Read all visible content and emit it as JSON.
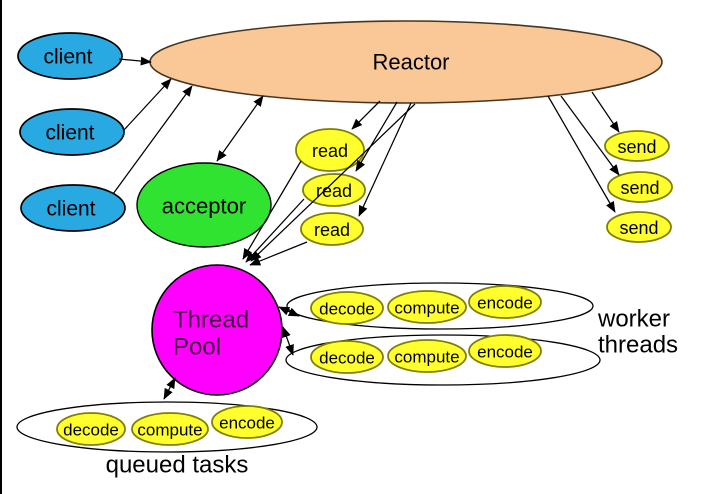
{
  "diagram": {
    "clients": [
      "client",
      "client",
      "client"
    ],
    "reactor": "Reactor",
    "acceptor": "acceptor",
    "read_handlers": [
      "read",
      "read",
      "read"
    ],
    "send_handlers": [
      "send",
      "send",
      "send"
    ],
    "thread_pool": {
      "line1": "Thread",
      "line2": "Pool"
    },
    "worker_rows": [
      {
        "tasks": [
          "decode",
          "compute",
          "encode"
        ]
      },
      {
        "tasks": [
          "decode",
          "compute",
          "encode"
        ]
      }
    ],
    "queued_row": {
      "tasks": [
        "decode",
        "compute",
        "encode"
      ]
    },
    "labels": {
      "worker_threads_line1": "worker",
      "worker_threads_line2": "threads",
      "queued_tasks": "queued tasks"
    }
  },
  "colors": {
    "background": "#FFFFFF",
    "client_blue": "#29A9E1",
    "reactor_peach": "#FAC896",
    "acceptor_green": "#30E330",
    "handler_yellow": "#FFFF2E",
    "handler_border": "#7F7F00",
    "pool_magenta": "#FF00FF",
    "pool_text": "#3F083F",
    "line_black": "#000000"
  }
}
